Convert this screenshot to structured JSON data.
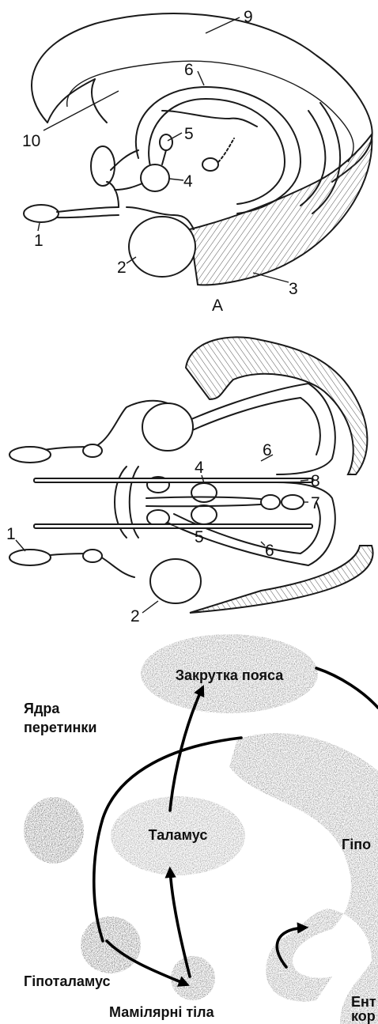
{
  "panel_a": {
    "labels": [
      "1",
      "2",
      "3",
      "4",
      "5",
      "6",
      "9",
      "10"
    ],
    "caption": "А"
  },
  "panel_b": {
    "labels": [
      "1",
      "2",
      "4",
      "5",
      "6",
      "6",
      "7",
      "8"
    ]
  },
  "panel_c": {
    "regions": {
      "cingulate": "Закрутка пояса",
      "septal": "Ядра перетинки",
      "thalamus": "Таламус",
      "hippocampus": "Гіпо",
      "hypothalamus": "Гіпоталамус",
      "mammillary": "Мамілярні тіла",
      "entorhinal_1": "Ент",
      "entorhinal_2": "кор"
    }
  }
}
